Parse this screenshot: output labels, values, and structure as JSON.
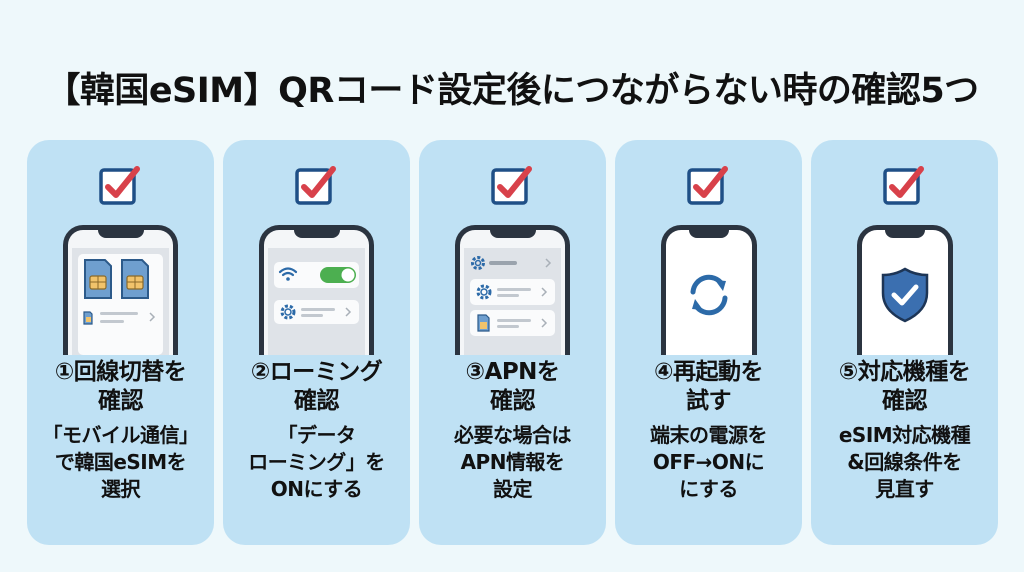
{
  "title": "【韓国eSIM】QRコード設定後につながらない時の確認5つ",
  "colors": {
    "background": "#eef8fb",
    "card": "#bfe1f4",
    "checkbox_border": "#1f4f86",
    "check_mark": "#d8414a",
    "phone_frame": "#2b3440",
    "icon_blue": "#2c6aa8",
    "toggle_green": "#4caf50",
    "sim_blue": "#6f9fcf",
    "chip_gold": "#f1c36b"
  },
  "cards": [
    {
      "number": "①",
      "heading_lines": [
        "①回線切替を",
        "確認"
      ],
      "desc_lines": [
        "「モバイル通信」",
        "で韓国eSIMを",
        "選択"
      ],
      "icon": "dual-sim-icon"
    },
    {
      "number": "②",
      "heading_lines": [
        "②ローミング",
        "確認"
      ],
      "desc_lines": [
        "「データ",
        "ローミング」を",
        "ONにする"
      ],
      "icon": "wifi-toggle-icon"
    },
    {
      "number": "③",
      "heading_lines": [
        "③APNを",
        "確認"
      ],
      "desc_lines": [
        "必要な場合は",
        "APN情報を",
        "設定"
      ],
      "icon": "settings-list-icon"
    },
    {
      "number": "④",
      "heading_lines": [
        "④再起動を",
        "試す"
      ],
      "desc_lines": [
        "端末の電源を",
        "OFF→ONに",
        "にする"
      ],
      "icon": "refresh-icon"
    },
    {
      "number": "⑤",
      "heading_lines": [
        "⑤対応機種を",
        "確認"
      ],
      "desc_lines": [
        "eSIM対応機種",
        "&回線条件を",
        "見直す"
      ],
      "icon": "shield-check-icon"
    }
  ]
}
